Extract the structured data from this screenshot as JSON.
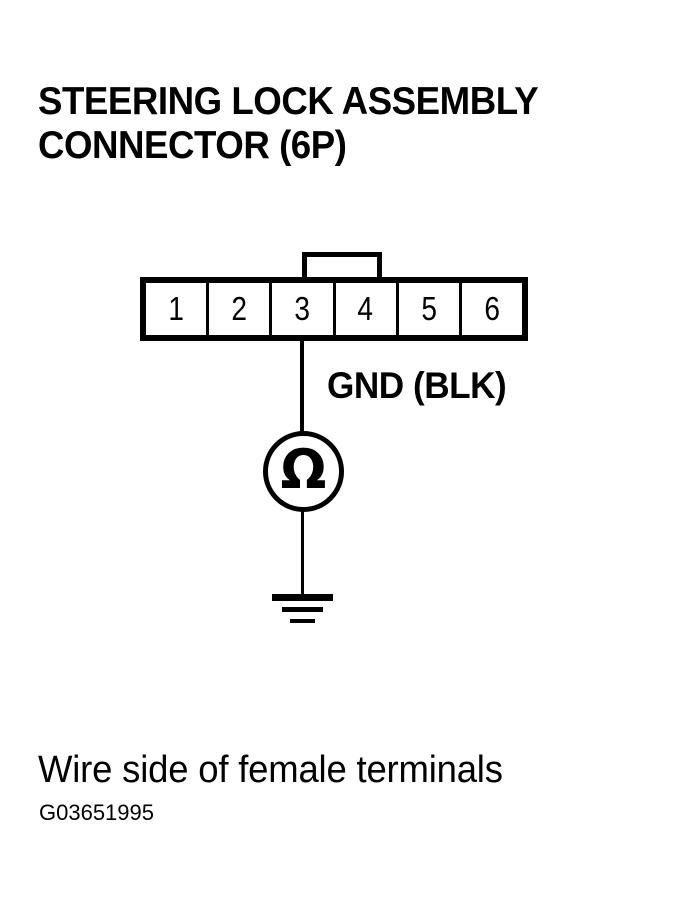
{
  "figure": {
    "title_lines": [
      "STEERING LOCK ASSEMBLY",
      "CONNECTOR (6P)"
    ],
    "caption": "Wire side of female terminals",
    "figure_id": "G03651995",
    "ink_color": "#000000",
    "background_color": "#ffffff"
  },
  "connector": {
    "name": "STEERING LOCK ASSEMBLY CONNECTOR",
    "pin_count_label": "6P",
    "cavities": [
      {
        "number": "1"
      },
      {
        "number": "2"
      },
      {
        "number": "3"
      },
      {
        "number": "4"
      },
      {
        "number": "5"
      },
      {
        "number": "6"
      }
    ],
    "locking_tab": "locking-tab"
  },
  "circuit": {
    "wire_label": "GND (BLK)",
    "wire_color_code": "BLK",
    "wire_function": "GND",
    "connected_cavity": "3",
    "meter": {
      "type": "ohmmeter",
      "symbol": "Ω"
    },
    "ground": {
      "type": "earth-ground"
    }
  }
}
